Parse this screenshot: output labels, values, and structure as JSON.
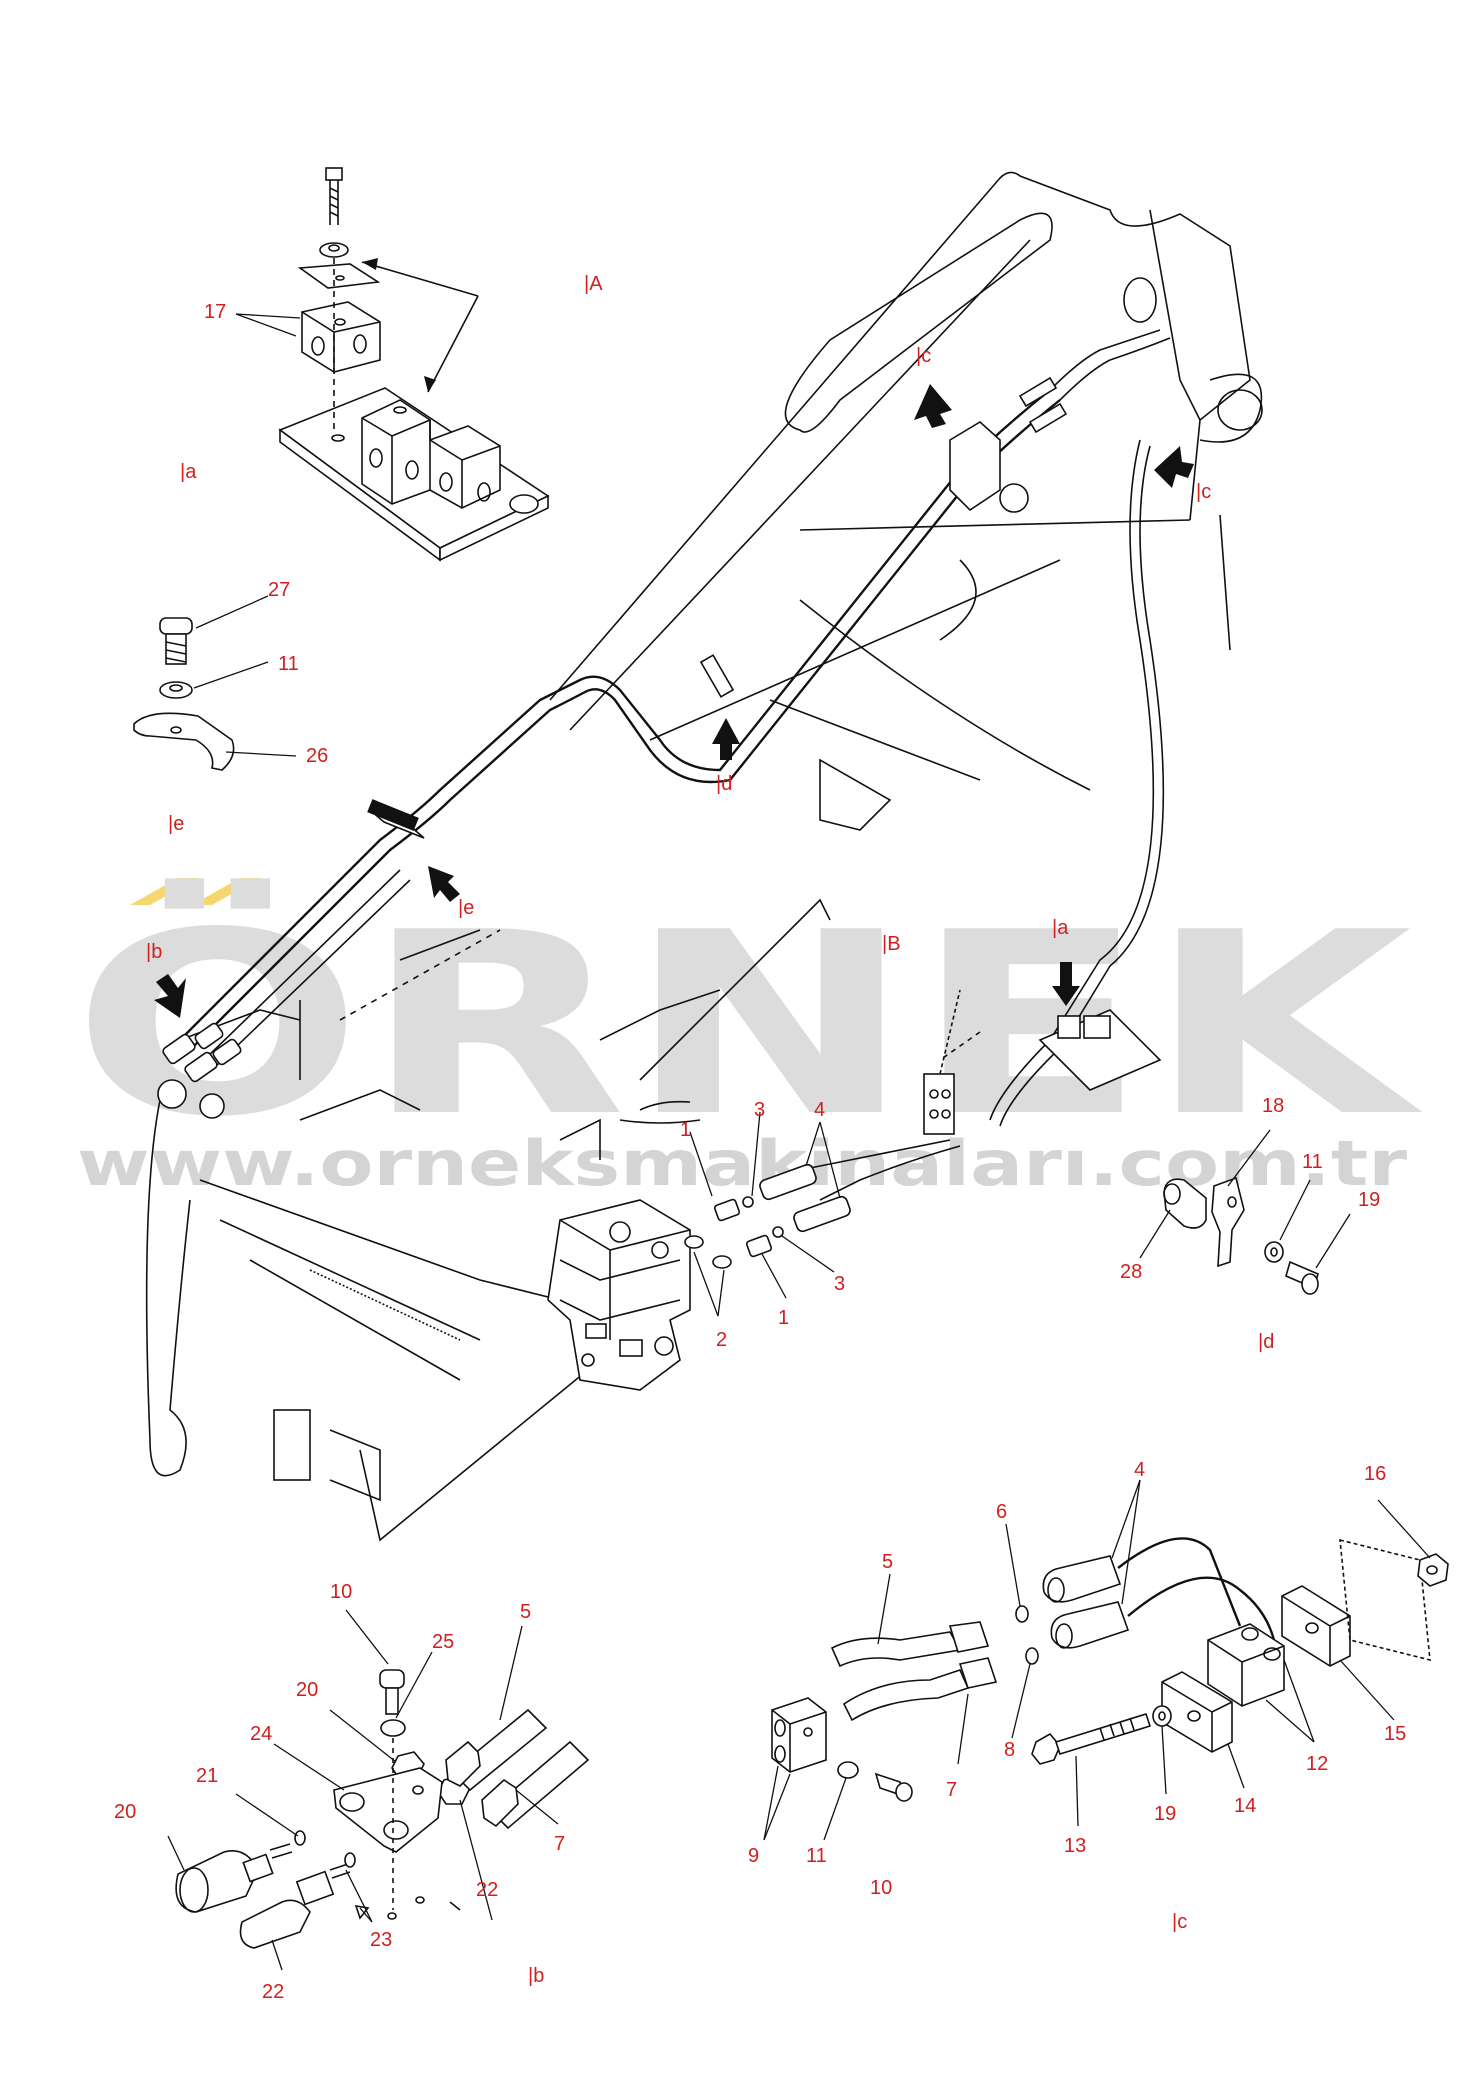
{
  "colors": {
    "label": "#d21e1e",
    "watermark": "#dcdcdc",
    "watermark_accent": "#f4cf55",
    "line": "#111111"
  },
  "watermark": {
    "brand": "ÖRNEK",
    "url": "www.orneksmakinaları.com.tr"
  },
  "section_refs": {
    "A": "|A",
    "B": "|B",
    "a_detail": "|a",
    "a_main": "|a",
    "b_main": "|b",
    "b_detail": "|b",
    "c_main_top": "|c",
    "c_main_right": "|c",
    "c_detail": "|c",
    "d_main": "|d",
    "d_detail": "|d",
    "e_detail": "|e",
    "e_main": "|e"
  },
  "callouts": {
    "p17": "17",
    "p27": "27",
    "p11_e": "11",
    "p26": "26",
    "p1_top": "1",
    "p1_bottom": "1",
    "p2": "2",
    "p3_top": "3",
    "p3_bottom": "3",
    "p4_main": "4",
    "p18": "18",
    "p11_d": "11",
    "p19_d": "19",
    "p28": "28",
    "p10_b": "10",
    "p25": "25",
    "p5_b": "5",
    "p20_top": "20",
    "p24": "24",
    "p21": "21",
    "p20_left": "20",
    "p22_right": "22",
    "p7_b": "7",
    "p23": "23",
    "p22_bottom": "22",
    "p4_c": "4",
    "p6": "6",
    "p5_c": "5",
    "p16": "16",
    "p8": "8",
    "p7_c": "7",
    "p15": "15",
    "p12": "12",
    "p9": "9",
    "p11_c": "11",
    "p10_c": "10",
    "p13": "13",
    "p19_c": "19",
    "p14": "14"
  }
}
